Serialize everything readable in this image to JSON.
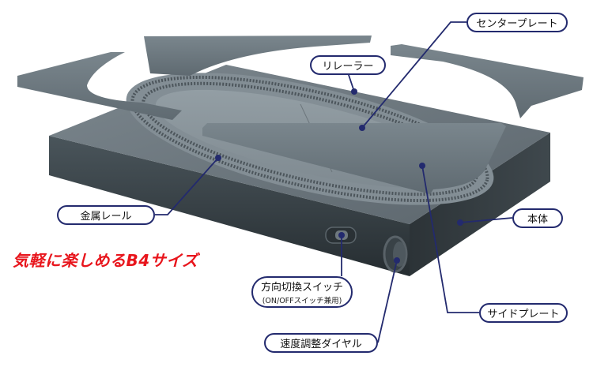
{
  "labels": {
    "center_plate": "センタープレート",
    "relayer": "リレーラー",
    "rail": "金属レール",
    "body": "本体",
    "direction_switch": "方向切換スイッチ",
    "direction_switch_note": "(ON/OFFスイッチ兼用)",
    "side_plate": "サイドプレート",
    "speed_dial": "速度調整ダイヤル"
  },
  "tagline": "気軽に楽しめるB4サイズ",
  "colors": {
    "leader_line": "#232a6e",
    "tagline": "#e8151c",
    "body_dark": "#3d474d",
    "plate": "#66727a"
  }
}
